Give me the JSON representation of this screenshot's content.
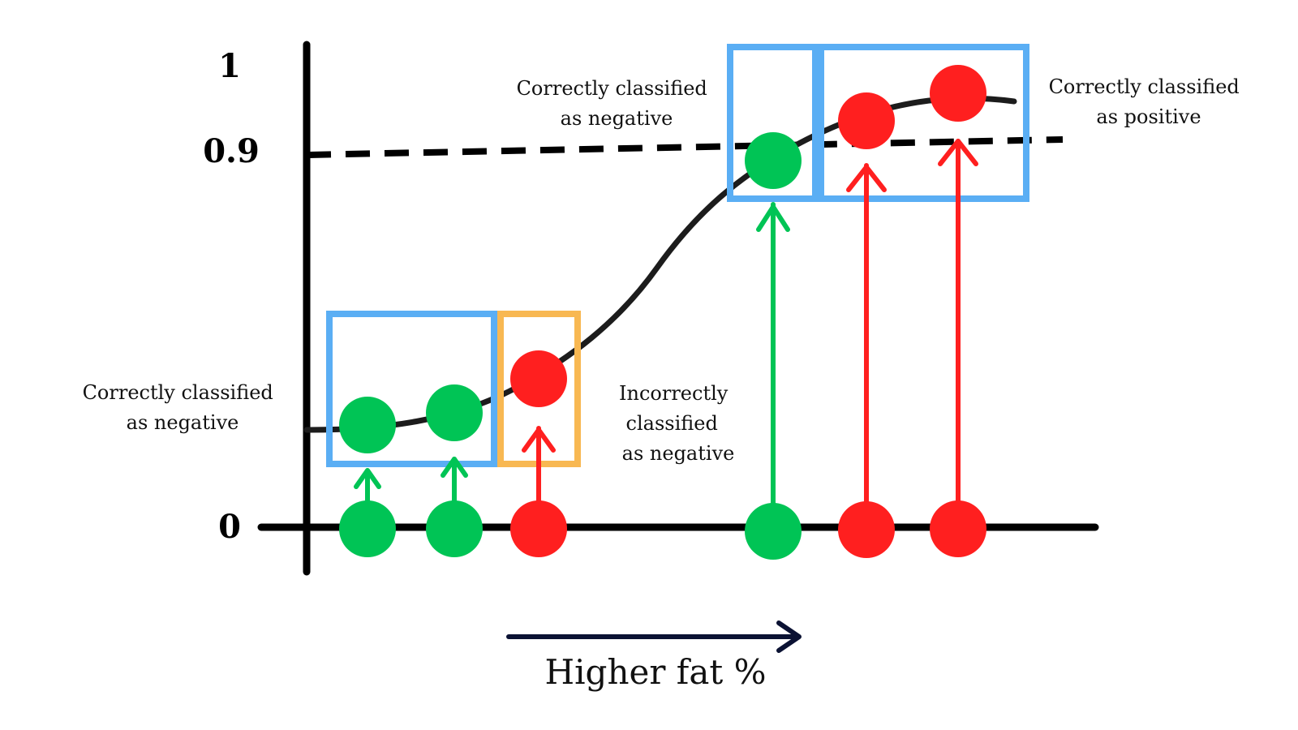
{
  "y_ticks": [
    "1",
    "0.9",
    "0"
  ],
  "x_axis_label": "Higher fat %",
  "annotations": {
    "left_negative": [
      "Correctly classified",
      "as negative"
    ],
    "incorrect_negative": [
      "Incorrectly",
      "classified",
      "as negative"
    ],
    "top_negative": [
      "Correctly classified",
      "as negative"
    ],
    "top_positive": [
      "Correctly classified",
      "as positive"
    ]
  },
  "colors": {
    "negative_class": "#00c455",
    "positive_class": "#ff1f1f",
    "correct_box": "#5aaef4",
    "incorrect_box": "#f8b852",
    "curve": "#1c1c1c",
    "axis": "#000000",
    "arrow": "#0b1233"
  },
  "samples": [
    {
      "class": "negative",
      "result": "correct"
    },
    {
      "class": "negative",
      "result": "correct"
    },
    {
      "class": "positive",
      "result": "incorrect"
    },
    {
      "class": "negative",
      "result": "correct"
    },
    {
      "class": "positive",
      "result": "correct"
    },
    {
      "class": "positive",
      "result": "correct"
    }
  ]
}
